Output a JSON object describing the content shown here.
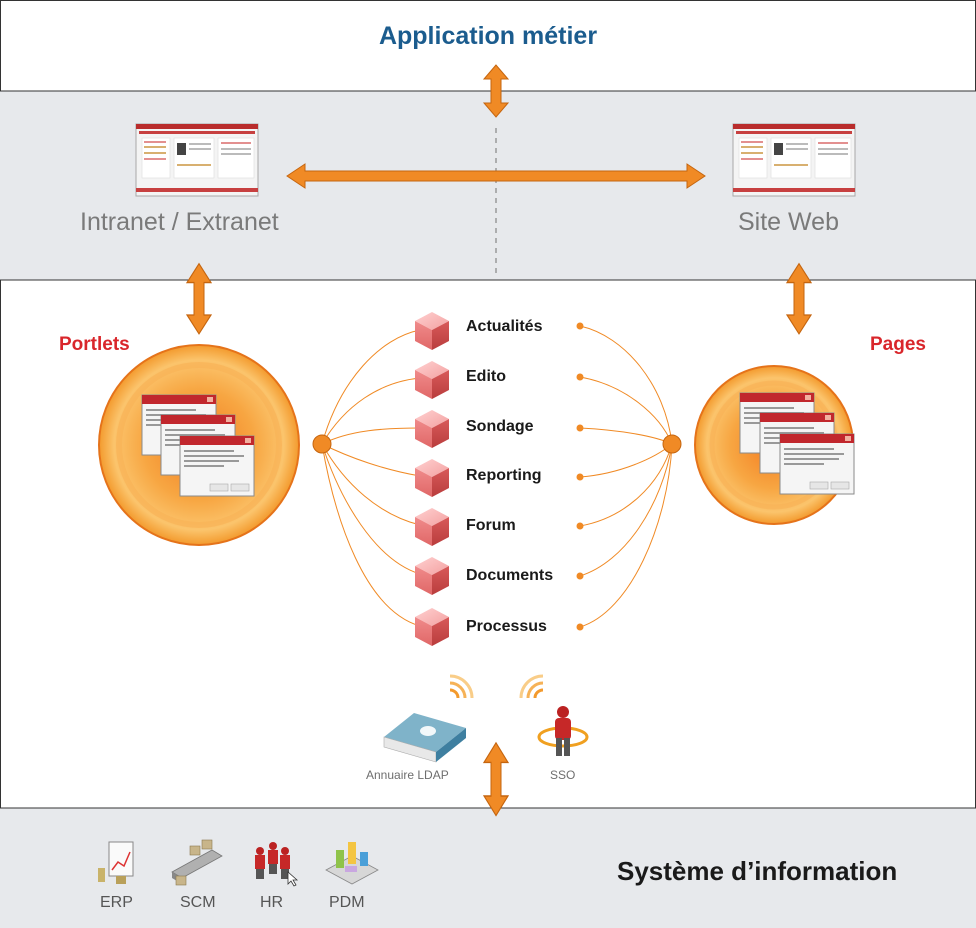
{
  "header": {
    "title": "Application métier"
  },
  "channels": {
    "left": "Intranet / Extranet",
    "right": "Site Web"
  },
  "center": {
    "left_label": "Portlets",
    "right_label": "Pages",
    "modules": [
      "Actualités",
      "Edito",
      "Sondage",
      "Reporting",
      "Forum",
      "Documents",
      "Processus"
    ]
  },
  "services": {
    "ldap": "Annuaire LDAP",
    "sso": "SSO"
  },
  "footer": {
    "title": "Système d’information",
    "systems": [
      "ERP",
      "SCM",
      "HR",
      "PDM"
    ]
  },
  "icons": [
    "browser-screenshot-icon",
    "window-stack-icon",
    "cube-icon",
    "book-icon",
    "user-sso-icon",
    "wireless-signal-icon",
    "erp-icon",
    "scm-icon",
    "hr-icon",
    "pdm-icon"
  ],
  "colors": {
    "accent_orange": "#f08a25",
    "title_blue": "#1b5c8e",
    "label_red": "#d9262b",
    "band_gray": "#e7e9ec"
  }
}
